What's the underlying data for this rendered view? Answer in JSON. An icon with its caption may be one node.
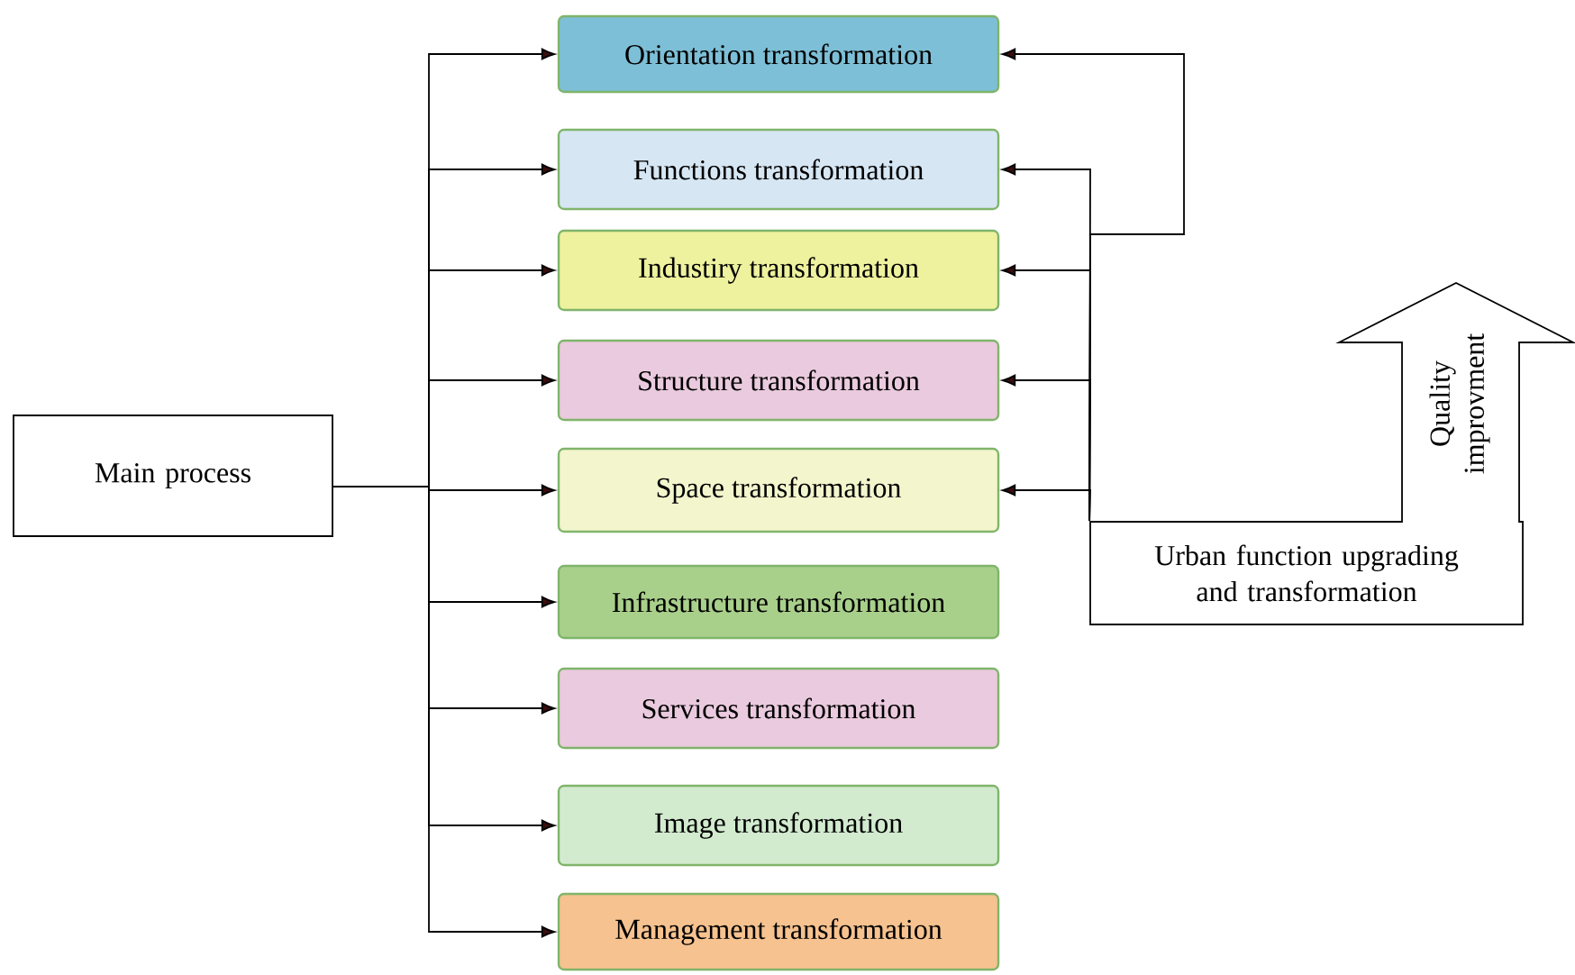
{
  "diagram": {
    "nodes": [
      {
        "text": [
          "Main process"
        ]
      },
      {
        "text": [
          "Orientation transformation"
        ]
      },
      {
        "text": [
          "Functions transformation"
        ]
      },
      {
        "text": [
          "Industiry transformation"
        ]
      },
      {
        "text": [
          "Structure transformation"
        ]
      },
      {
        "text": [
          "Space transformation"
        ]
      },
      {
        "text": [
          "Infrastructure transformation"
        ]
      },
      {
        "text": [
          "Services transformation"
        ]
      },
      {
        "text": [
          "Image transformation"
        ]
      },
      {
        "text": [
          "Management transformation"
        ]
      },
      {
        "text": [
          "Urban function upgrading and transformation"
        ]
      },
      {
        "text": [
          "Quality improvment"
        ]
      }
    ],
    "edges": [
      {
        "from": 0,
        "to": 1,
        "arrow": "to"
      },
      {
        "from": 0,
        "to": 2,
        "arrow": "to"
      },
      {
        "from": 0,
        "to": 3,
        "arrow": "to"
      },
      {
        "from": 0,
        "to": 4,
        "arrow": "to"
      },
      {
        "from": 0,
        "to": 5,
        "arrow": "to"
      },
      {
        "from": 0,
        "to": 6,
        "arrow": "to"
      },
      {
        "from": 0,
        "to": 7,
        "arrow": "to"
      },
      {
        "from": 0,
        "to": 8,
        "arrow": "to"
      },
      {
        "from": 0,
        "to": 9,
        "arrow": "to"
      },
      {
        "from": 10,
        "to": 1,
        "arrow": "to"
      },
      {
        "from": 10,
        "to": 2,
        "arrow": "to"
      },
      {
        "from": 10,
        "to": 3,
        "arrow": "to"
      },
      {
        "from": 10,
        "to": 4,
        "arrow": "to"
      },
      {
        "from": 10,
        "to": 5,
        "arrow": "to"
      }
    ]
  }
}
